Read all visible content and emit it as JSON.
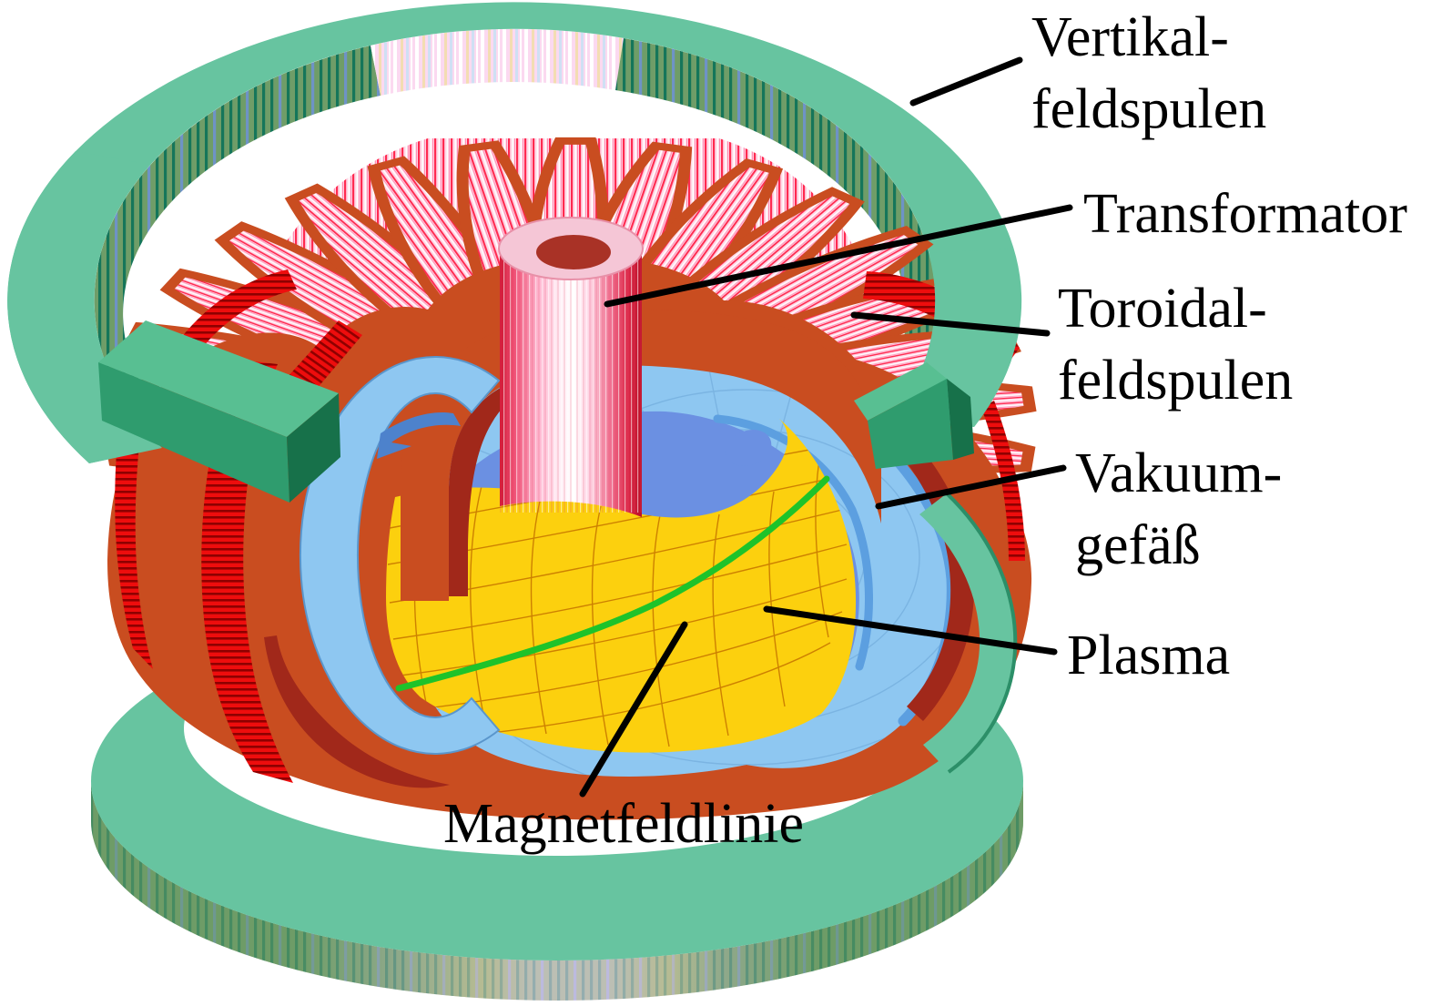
{
  "diagram": {
    "figure_type": "tokamak-fusion-reactor-cutaway",
    "background_color": "#ffffff",
    "text_color": "#000000",
    "labels": {
      "vertikalfeldspulen": {
        "lines": [
          "Vertikal-",
          "feldspulen"
        ]
      },
      "transformator": {
        "lines": [
          "Transformator"
        ]
      },
      "toroidalfeldspulen": {
        "lines": [
          "Toroidal-",
          "feldspulen"
        ]
      },
      "vakuumgefaess": {
        "lines": [
          "Vakuum-",
          "gefäß"
        ]
      },
      "plasma": {
        "lines": [
          "Plasma"
        ]
      },
      "magnetfeldlinie": {
        "lines": [
          "Magnetfeldlinie"
        ]
      }
    },
    "components": [
      {
        "name": "Vertikalfeldspulen",
        "color": "#67c4a0"
      },
      {
        "name": "Transformator",
        "color": "#ffd9e8"
      },
      {
        "name": "Toroidalfeldspulen",
        "color": "#c94d20"
      },
      {
        "name": "Vakuumgefäß",
        "color": "#8ec7f1"
      },
      {
        "name": "Plasma",
        "color": "#fcd00e"
      },
      {
        "name": "Magnetfeldlinie",
        "color": "#1ec32a"
      }
    ],
    "leader_line_color": "#000000"
  }
}
